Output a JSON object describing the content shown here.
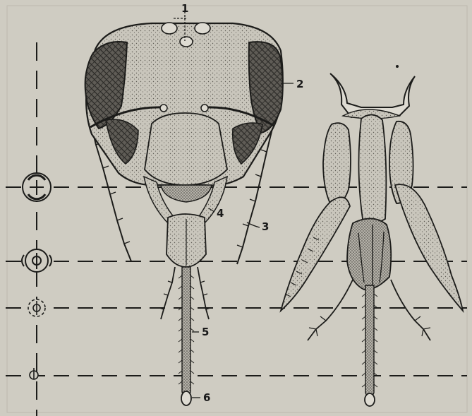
{
  "figure": {
    "labels": [
      "1",
      "2",
      "3",
      "4",
      "5",
      "6"
    ],
    "colors": {
      "paper": "#cfccc2",
      "ink": "#1c1c1a",
      "shade": "#8d8a82",
      "light": "#dedbd2"
    }
  }
}
